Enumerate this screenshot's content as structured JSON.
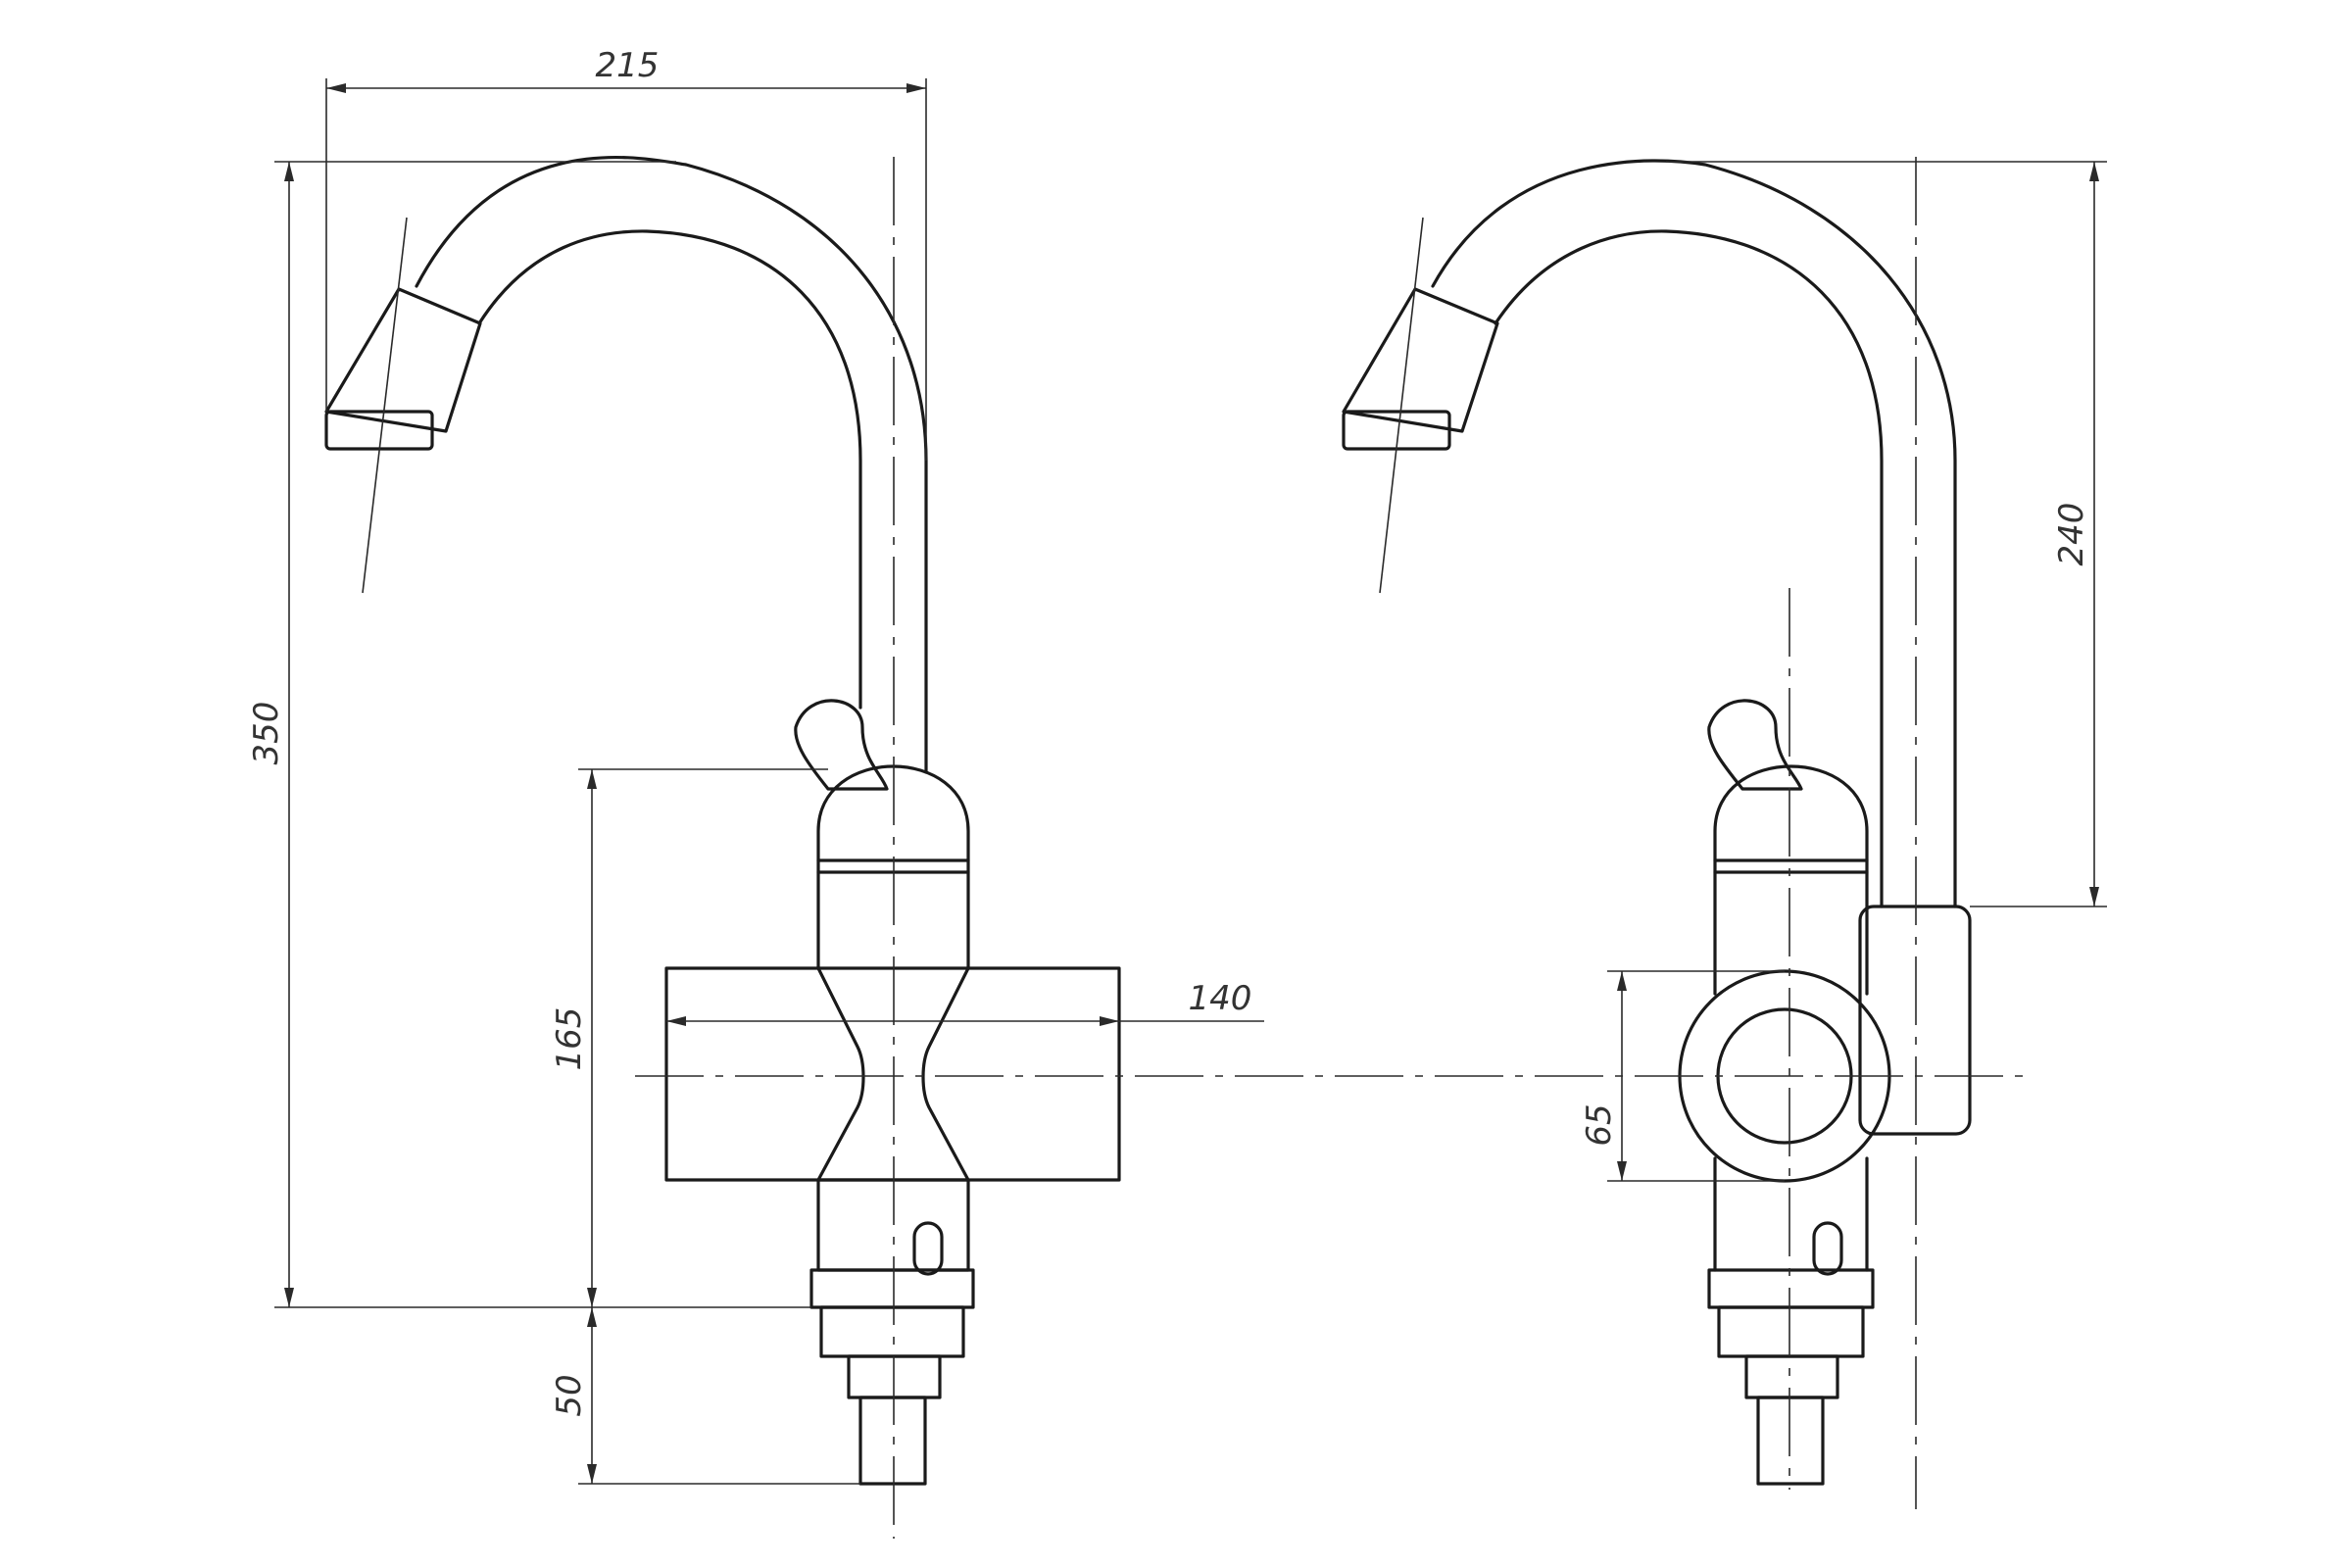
{
  "colors": {
    "line": "#1a1a1a",
    "thin": "#2a2a2a",
    "text": "#333333",
    "background": "#ffffff"
  },
  "dimensions": {
    "width_215": "215",
    "height_350": "350",
    "height_165": "165",
    "body_140": "140",
    "bottom_50": "50",
    "spout_240": "240",
    "diameter_65": "65"
  }
}
